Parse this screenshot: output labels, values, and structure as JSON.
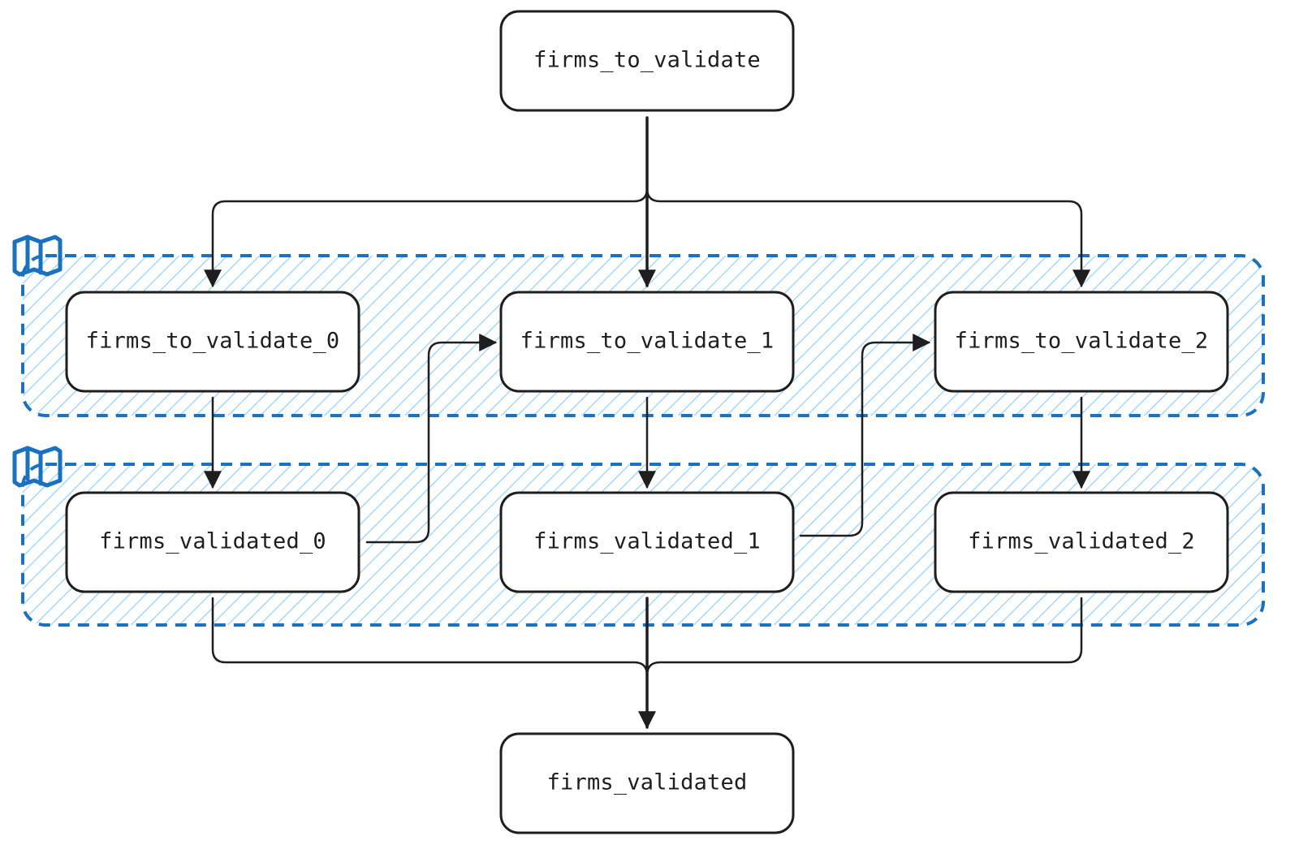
{
  "diagram": {
    "colors": {
      "stroke": "#1e1e1e",
      "group_stroke": "#1971c2",
      "group_hatch": "#a5d8ff",
      "background": "#ffffff"
    },
    "nodes": {
      "source": "firms_to_validate",
      "split_0": "firms_to_validate_0",
      "split_1": "firms_to_validate_1",
      "split_2": "firms_to_validate_2",
      "result_0": "firms_validated_0",
      "result_1": "firms_validated_1",
      "result_2": "firms_validated_2",
      "sink": "firms_validated"
    },
    "groups": [
      {
        "icon": "map-icon"
      },
      {
        "icon": "map-icon"
      }
    ]
  }
}
